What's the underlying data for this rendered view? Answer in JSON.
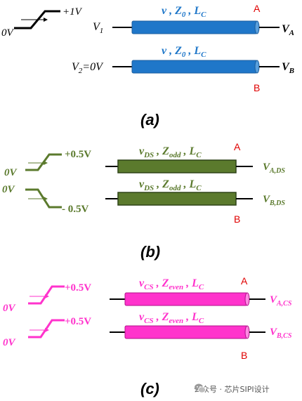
{
  "colors": {
    "a": "#1f77c9",
    "b": "#5b7a2d",
    "c": "#ff33cc",
    "port": "#e00000",
    "line": "#000000"
  },
  "a": {
    "step_low": "0V",
    "step_high": "+1V",
    "v1": "V1",
    "v2": "V2=0V",
    "params": [
      "v",
      "Z0",
      "LC"
    ],
    "port_top": "A",
    "port_bottom": "B",
    "out_a": "VA",
    "out_b": "VB",
    "caption": "(a)"
  },
  "b": {
    "low": "0V",
    "high": "+0.5V",
    "neg": "- 0.5V",
    "params": [
      "vDS",
      "Zodd",
      "LC"
    ],
    "port_top": "A",
    "port_bottom": "B",
    "out_a": "VA,DS",
    "out_b": "VB,DS",
    "caption": "(b)"
  },
  "c": {
    "low": "0V",
    "high": "+0.5V",
    "params": [
      "vCS",
      "Zeven",
      "LC"
    ],
    "port_top": "A",
    "port_bottom": "B",
    "out_a": "VA,CS",
    "out_b": "VB,CS",
    "caption": "(c)"
  },
  "watermark": {
    "icon": "wechat-icon",
    "text": "公众号 · 芯片SIPI设计"
  }
}
